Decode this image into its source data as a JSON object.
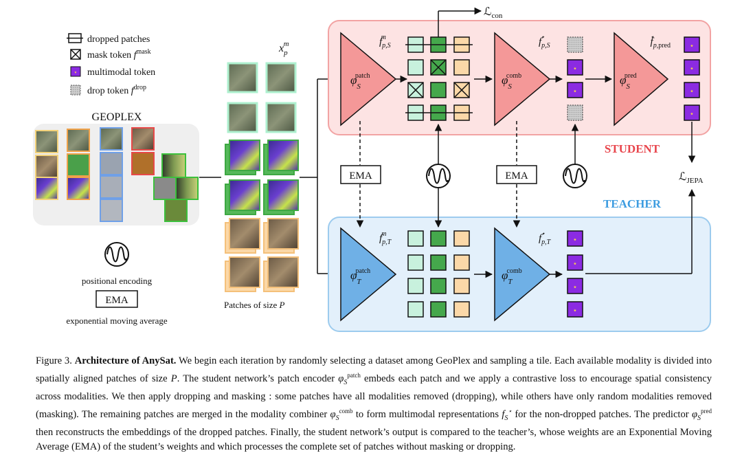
{
  "legend": {
    "dropped": "dropped patches",
    "mask_prefix": "mask token ",
    "mask_sym": "f",
    "mask_sup": "mask",
    "multimodal": "multimodal token",
    "drop_prefix": "drop token ",
    "drop_sym": "f",
    "drop_sup": "drop"
  },
  "dataset": "GEOPLEX",
  "pos_enc_label": "positional encoding",
  "ema_label": "EMA",
  "ema_desc": "exponential moving average",
  "xpm": {
    "base": "x",
    "sub": "p",
    "sup": "m"
  },
  "patches_label": "Patches of size ",
  "patches_P": "P",
  "student_label": "STUDENT",
  "teacher_label": "TEACHER",
  "colors": {
    "student_box": "#fde3e3",
    "student_border": "#f2a3a3",
    "student_tri": "#f49898",
    "teacher_box": "#e3f0fb",
    "teacher_border": "#9ccbee",
    "teacher_tri": "#6fb0e6",
    "student_text": "#e8454c",
    "teacher_text": "#3d9ce0",
    "mint": "#c8f1dd",
    "green": "#45a84c",
    "peach": "#fbd8a8",
    "purple": "#8b2be2"
  },
  "symbols": {
    "phi": "φ",
    "patch": "patch",
    "comb": "comb",
    "pred": "pred",
    "S": "S",
    "T": "T",
    "f": "f",
    "p": "p",
    "m": "m",
    "star": "⋆",
    "L": "ℒ",
    "con": "con",
    "jepa": "JEPA",
    "ema": "EMA"
  },
  "caption": {
    "figno": "Figure 3. ",
    "title": "Architecture of AnySat.",
    "s1": " We begin each iteration by randomly selecting a dataset among GeoPlex and sampling a tile. Each available modality is divided into spatially aligned patches of size ",
    "P": "P",
    "s2": ". The student network’s patch encoder ",
    "s3": " embeds each patch and we apply a contrastive loss to encourage spatial consistency across modalities. We then apply dropping and masking : some patches have all modalities removed (dropping), while others have only random modalities removed (masking). The remaining patches are merged in the modality combiner ",
    "s4": " to form multimodal representations ",
    "s5": " for the non-dropped patches. The predictor ",
    "s6": " then reconstructs the embeddings of the dropped patches. Finally, the student network’s output is compared to the teacher’s, whose weights are an Exponential Moving Average (EMA) of the student’s weights and which processes the complete set of patches without masking or dropping."
  }
}
